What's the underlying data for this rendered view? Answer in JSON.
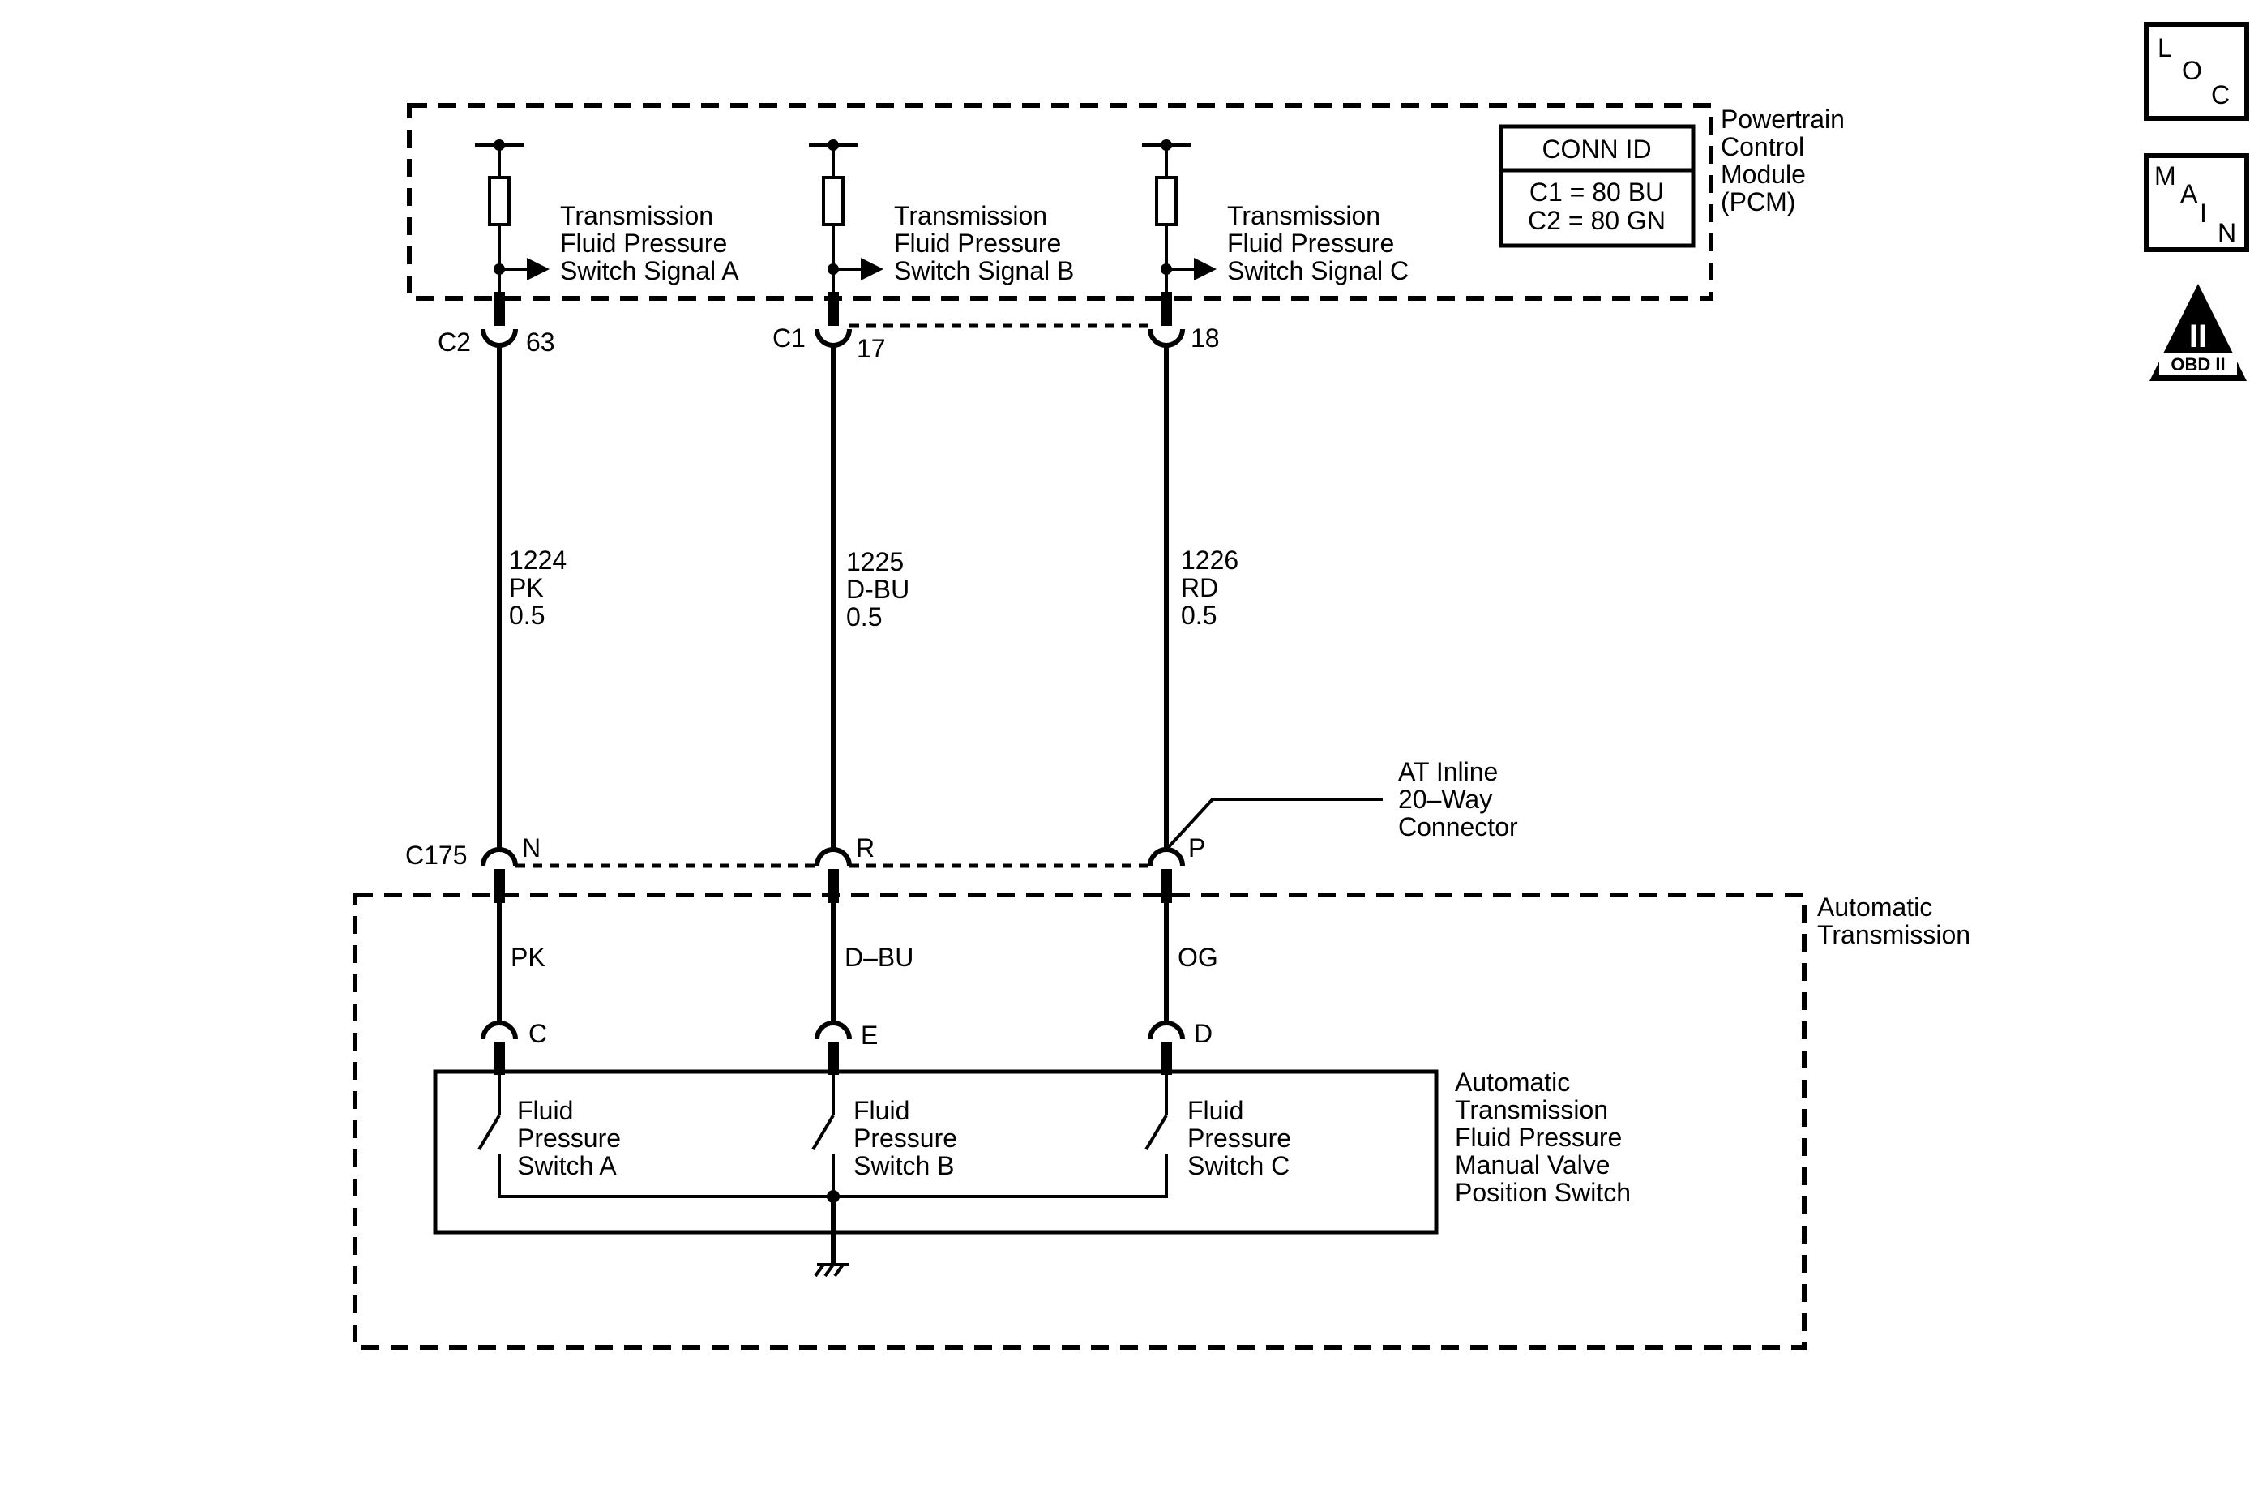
{
  "pcm": {
    "label": [
      "Powertrain",
      "Control",
      "Module",
      "(PCM)"
    ],
    "conn_id": {
      "header": "CONN ID",
      "rows": [
        "C1 = 80 BU",
        "C2 = 80 GN"
      ]
    }
  },
  "circuits": [
    {
      "id": "a",
      "signal": [
        "Transmission",
        "Fluid Pressure",
        "Switch Signal A"
      ],
      "pcm_connector": "C2",
      "pcm_pin": "63",
      "circuit_no": "1224",
      "pcm_color": "PK",
      "gauge": "0.5",
      "inline_pin": "N",
      "trans_color": "PK",
      "switch_pin": "C",
      "switch_label": [
        "Fluid",
        "Pressure",
        "Switch A"
      ]
    },
    {
      "id": "b",
      "signal": [
        "Transmission",
        "Fluid Pressure",
        "Switch Signal B"
      ],
      "pcm_connector": "C1",
      "pcm_pin": "17",
      "circuit_no": "1225",
      "pcm_color": "D-BU",
      "gauge": "0.5",
      "inline_pin": "R",
      "trans_color": "D–BU",
      "switch_pin": "E",
      "switch_label": [
        "Fluid",
        "Pressure",
        "Switch B"
      ]
    },
    {
      "id": "c",
      "signal": [
        "Transmission",
        "Fluid Pressure",
        "Switch Signal C"
      ],
      "pcm_connector": "",
      "pcm_pin": "18",
      "circuit_no": "1226",
      "pcm_color": "RD",
      "gauge": "0.5",
      "inline_pin": "P",
      "trans_color": "OG",
      "switch_pin": "D",
      "switch_label": [
        "Fluid",
        "Pressure",
        "Switch C"
      ]
    }
  ],
  "inline_connector": {
    "id": "C175",
    "label": [
      "AT Inline",
      "20–Way",
      "Connector"
    ]
  },
  "transmission": {
    "label": [
      "Automatic",
      "Transmission"
    ]
  },
  "switch_assembly": {
    "label": [
      "Automatic",
      "Transmission",
      "Fluid Pressure",
      "Manual Valve",
      "Position Switch"
    ]
  },
  "side_icons": {
    "loc": {
      "letters": [
        "L",
        "O",
        "C"
      ],
      "icon": "loc-icon"
    },
    "main": {
      "letters": [
        "M",
        "A",
        "I",
        "N"
      ],
      "icon": "main-icon"
    },
    "obd": {
      "roman": "II",
      "text": "OBD II",
      "icon": "obd-ii-icon"
    }
  }
}
